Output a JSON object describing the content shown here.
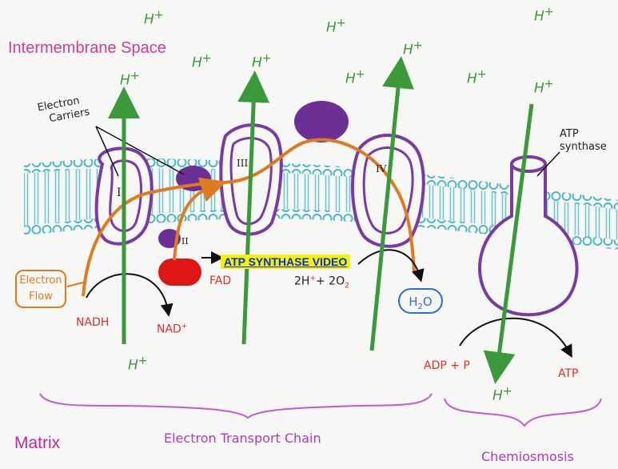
{
  "labels": {
    "intermembrane_space": "Intermembrane Space",
    "matrix": "Matrix",
    "electron_carriers": "Electron\nCarriers",
    "electron_carriers_line1": "Electron",
    "electron_carriers_line2": "Carriers",
    "electron_flow_line1": "Electron",
    "electron_flow_line2": "Flow",
    "atp_synthase_line1": "ATP",
    "atp_synthase_line2": "synthase",
    "nadh": "NADH",
    "nad_plus": "NAD",
    "fad": "FAD",
    "protons_oxygen": "2H",
    "plus_two_o2": "+ 2O",
    "h2o": "H",
    "h2o_o": "O",
    "adp_p": "ADP + P",
    "atp": "ATP",
    "electron_transport_chain": "Electron Transport Chain",
    "chemiosmosis": "Chemiosmosis",
    "complex_1": "I",
    "complex_2": "II",
    "complex_3": "III",
    "complex_4": "IV",
    "proton": "H",
    "plus_sup": "+",
    "sub_two": "2"
  },
  "link": {
    "atp_synthase_video": "ATP SYNTHASE VIDEO"
  },
  "colors": {
    "membrane_heads": "#4ab7c8",
    "protein_outline": "#7a3aa6",
    "carrier_purple": "#6b2f96",
    "electron_flow": "#e07a1f",
    "proton_arrow": "#3a9a3a",
    "fad_blob": "#e01515",
    "brace": "#c25ad0"
  }
}
